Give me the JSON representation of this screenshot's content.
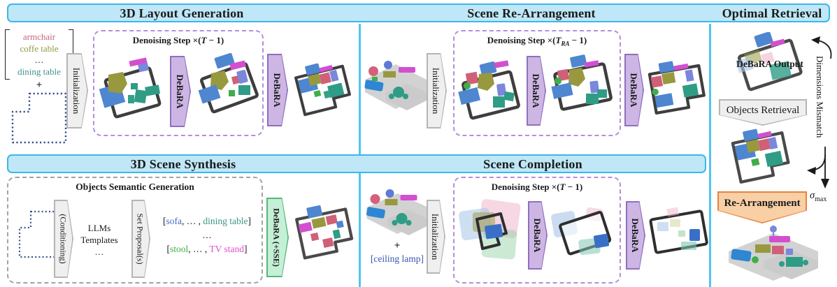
{
  "colors": {
    "band_fill": "#bfe7f8",
    "band_border": "#3cb7e8",
    "purple_arrow_fill": "#cdb6e4",
    "purple_arrow_border": "#8f6fbe",
    "purple_dash_border": "#b48fd8",
    "gray_arrow_fill": "#efefef",
    "gray_arrow_border": "#b5b5b5",
    "green_arrow_fill": "#c5efd6",
    "green_arrow_border": "#54b878",
    "orange_arrow_fill": "#f9cfa6",
    "orange_arrow_border": "#e8823c",
    "floorplan_dotted": "#33508c",
    "scene_outline": "#3e3e3e"
  },
  "headers": {
    "layout_generation": "3D Layout Generation",
    "scene_rearrangement": "Scene Re-Arrangement",
    "optimal_retrieval": "Optimal Retrieval",
    "scene_synthesis": "3D Scene Synthesis",
    "scene_completion": "Scene Completion"
  },
  "labels": {
    "initialization": "Initialization",
    "debara": "DeBaRA",
    "debara_sse": "DeBaRA (+SSE)",
    "conditioning": "(Conditioning)",
    "set_proposals": "Set Proposal(s)",
    "objects_retrieval": "Objects Retrieval",
    "rearrangement": "Re-Arrangement",
    "debara_output": "DeBaRA Output",
    "dimensions_mismatch": "Dimensions Mismatch",
    "objects_semantic_generation": "Objects Semantic Generation",
    "plus": "+",
    "ellipsis": "…"
  },
  "denoising": {
    "prefix": "Denoising Step ×(",
    "t": "T",
    "t_sub_ra": "RA",
    "suffix": " − 1)"
  },
  "sigma": {
    "symbol": "σ",
    "sub": "max"
  },
  "layout_panel": {
    "object_list": {
      "items": [
        {
          "text": "armchair",
          "color": "#c4657a"
        },
        {
          "text": "coffe table",
          "color": "#8f9a3d"
        },
        {
          "text": "…",
          "color": "#1a1a1a"
        },
        {
          "text": "dining table",
          "color": "#3d9488"
        }
      ]
    }
  },
  "synthesis_panel": {
    "llms": {
      "line1": "LLMs",
      "line2": "Templates"
    },
    "sets": {
      "line1": [
        {
          "text": "[",
          "color": "#1a1a1a"
        },
        {
          "text": "sofa",
          "color": "#3c6cc0"
        },
        {
          "text": ", … , ",
          "color": "#1a1a1a"
        },
        {
          "text": "dining table",
          "color": "#3d9488"
        },
        {
          "text": "]",
          "color": "#1a1a1a"
        }
      ],
      "mid": "…",
      "line2": [
        {
          "text": "[",
          "color": "#1a1a1a"
        },
        {
          "text": "stool",
          "color": "#3fae4a"
        },
        {
          "text": ", … , ",
          "color": "#1a1a1a"
        },
        {
          "text": "TV stand",
          "color": "#e04fd0"
        },
        {
          "text": "]",
          "color": "#1a1a1a"
        }
      ]
    }
  },
  "completion_panel": {
    "added_object": {
      "text": "[ceiling lamp]",
      "color": "#3a55b4"
    }
  }
}
